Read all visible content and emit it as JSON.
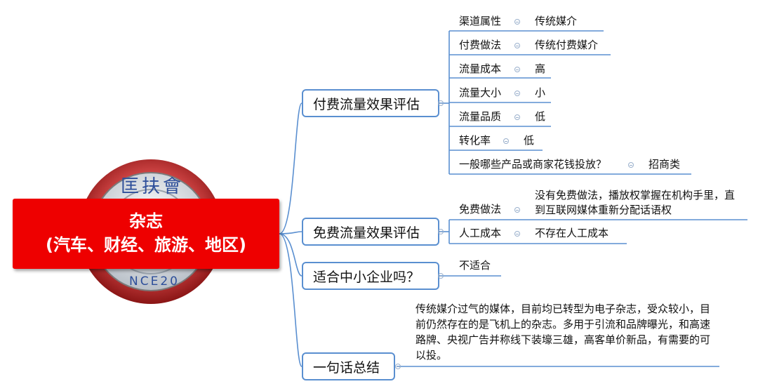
{
  "root": {
    "title": "杂志",
    "subtitle": "(汽车、财经、旅游、地区)"
  },
  "logo": {
    "text_top": "匡扶會",
    "text_bottom": "NCE20"
  },
  "topics": [
    {
      "label": "付费流量效果评估",
      "children": [
        {
          "label": "渠道属性",
          "value": "传统媒介"
        },
        {
          "label": "付费做法",
          "value": "传统付费媒介"
        },
        {
          "label": "流量成本",
          "value": "高"
        },
        {
          "label": "流量大小",
          "value": "小"
        },
        {
          "label": "流量品质",
          "value": "低"
        },
        {
          "label": "转化率",
          "value": "低"
        },
        {
          "label": "一般哪些产品或商家花钱投放？",
          "value": "招商类"
        }
      ]
    },
    {
      "label": "免费流量效果评估",
      "children": [
        {
          "label": "免费做法",
          "value": "没有免费做法，播放权掌握在机构手里，直到互联网媒体重新分配话语权"
        },
        {
          "label": "人工成本",
          "value": "不存在人工成本"
        }
      ]
    },
    {
      "label": "适合中小企业吗？",
      "children": [
        {
          "value": "不适合"
        }
      ]
    },
    {
      "label": "一句话总结",
      "children": [
        {
          "value": "传统媒介过气的媒体，目前均已转型为电子杂志，受众较小，目前仍然存在的是飞机上的杂志。多用于引流和品牌曝光，和高速路牌、央视广告并称线下装壕三雄，高客单价新品，有需要的可以投。"
        }
      ]
    }
  ],
  "colors": {
    "root_fill": "#ee0000",
    "branch": "#5a8fd0",
    "logo_ring": "#c0282a"
  }
}
